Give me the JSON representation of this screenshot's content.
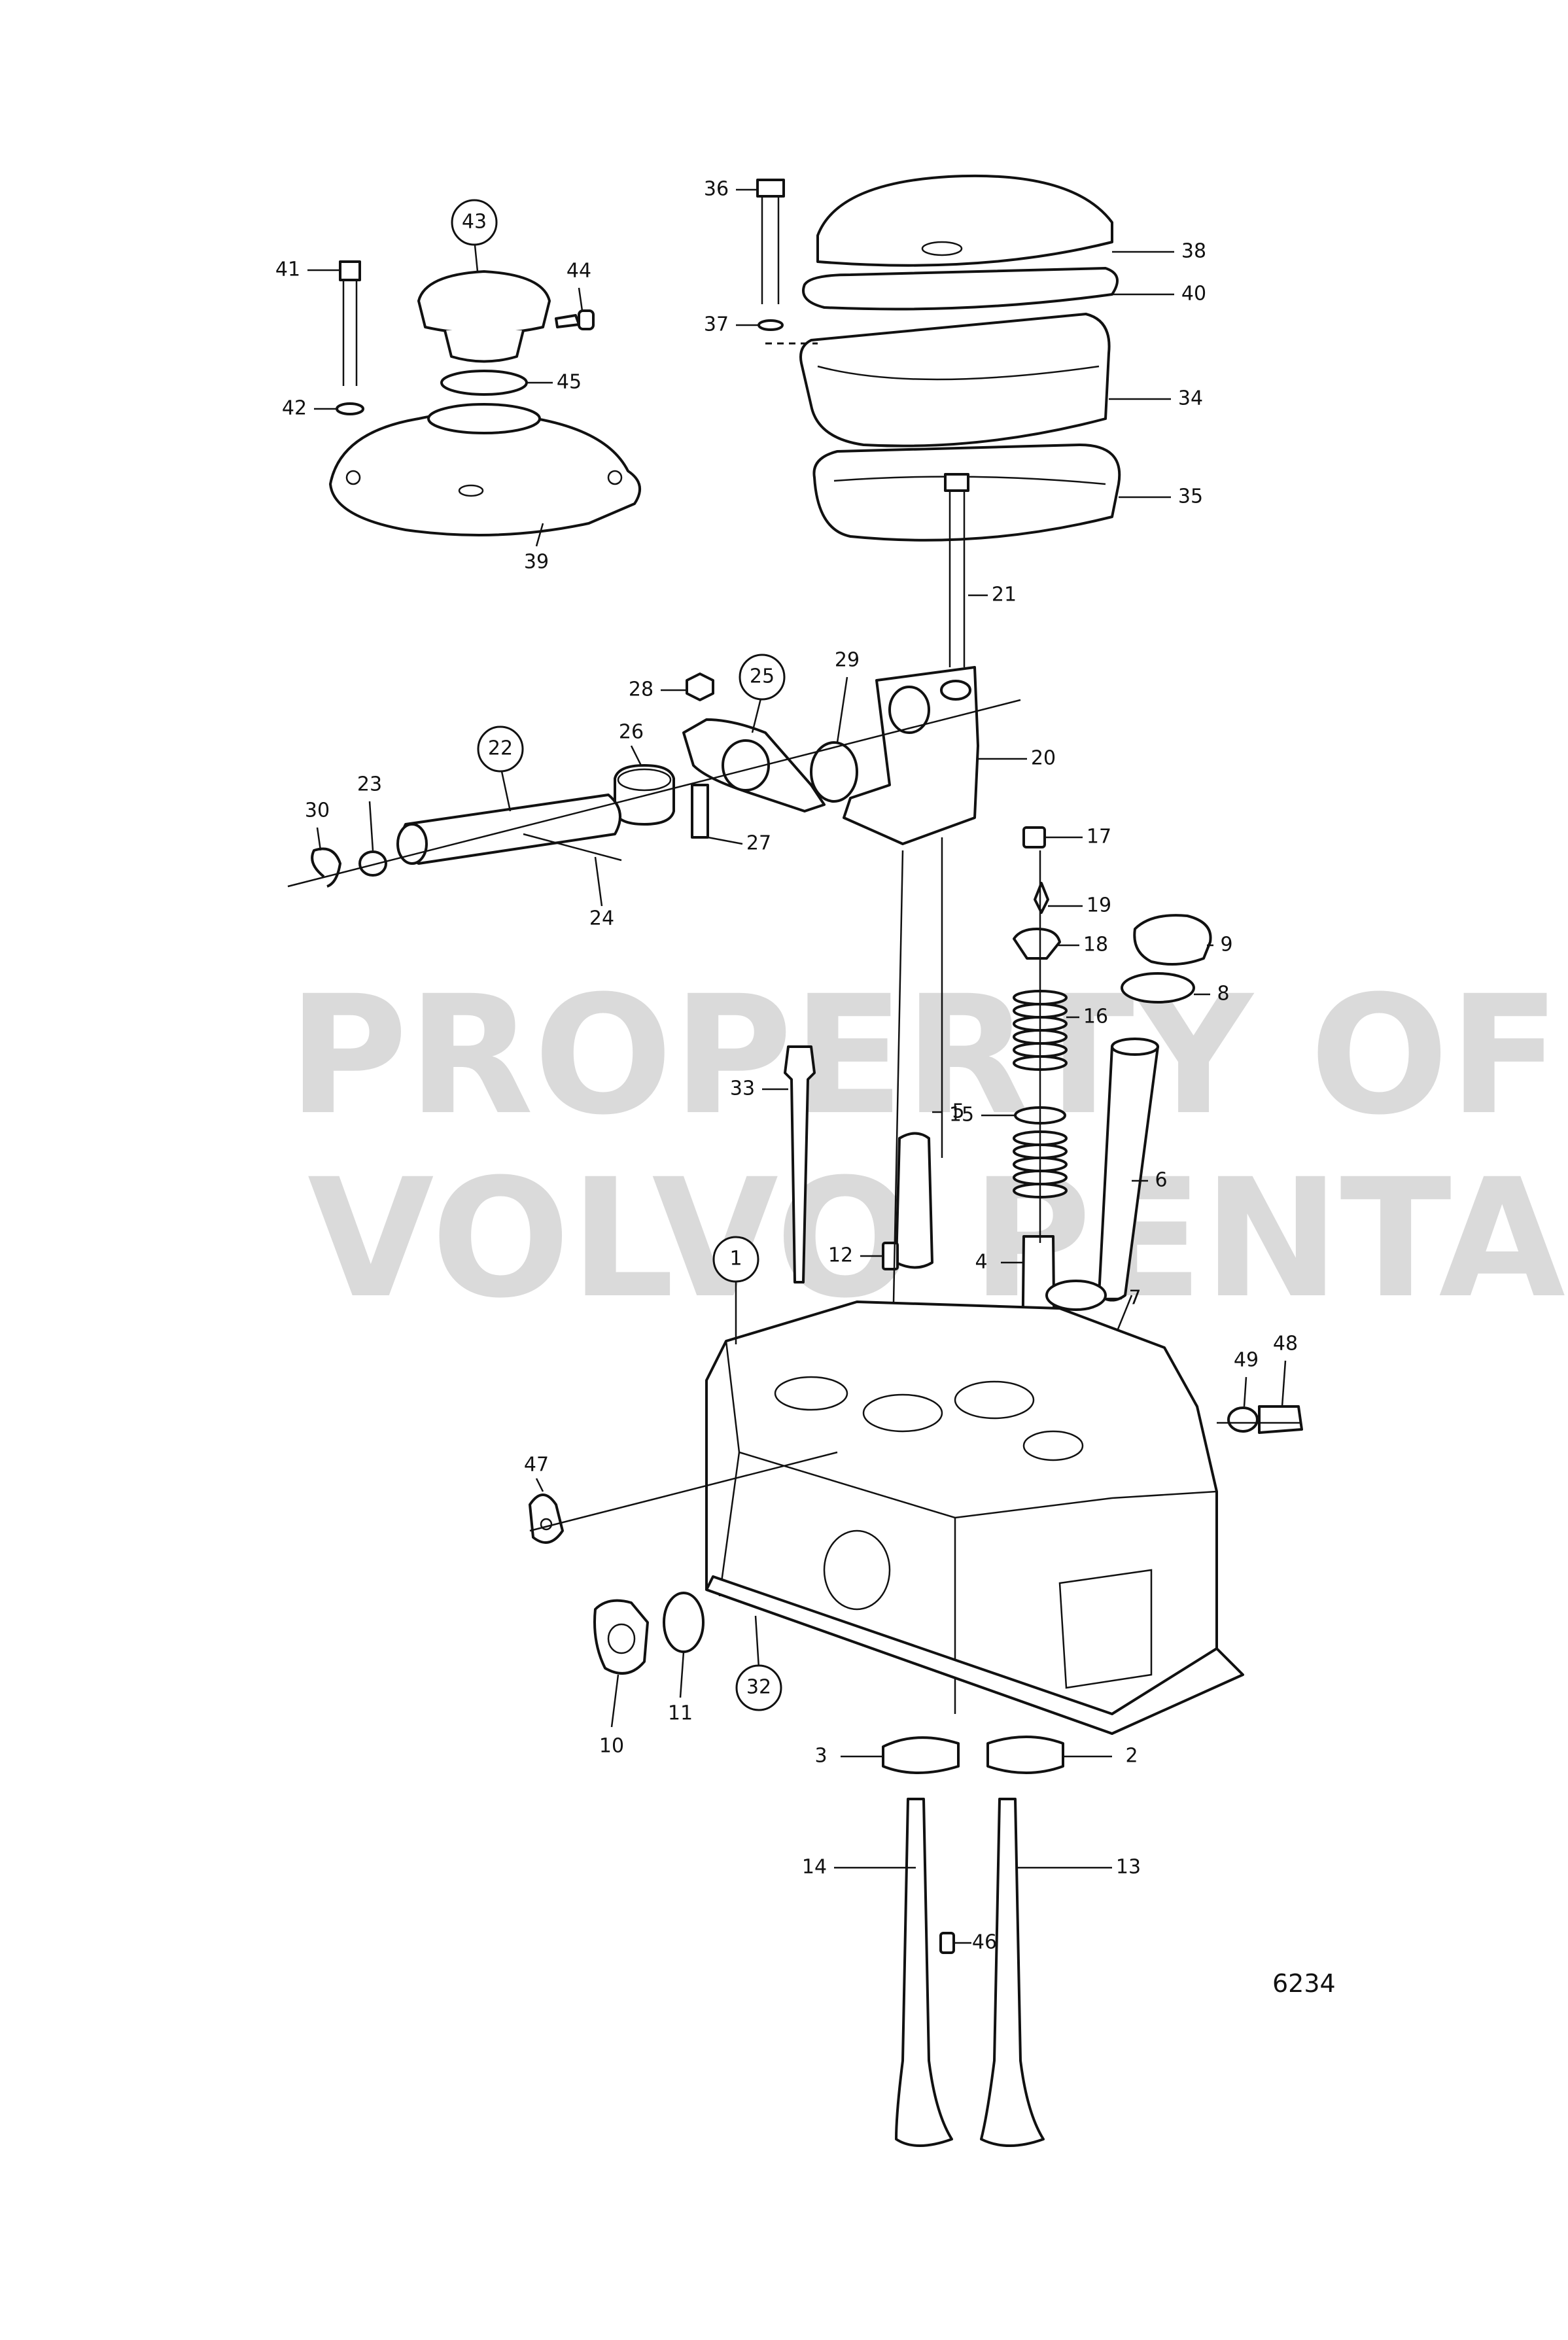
{
  "watermark": {
    "line1": "PROPERTY OF",
    "line2": "VOLVO PENTA"
  },
  "figure_number": "6234",
  "callouts": [
    {
      "id": "p1",
      "label": "1",
      "circled": true
    },
    {
      "id": "p2",
      "label": "2",
      "circled": false
    },
    {
      "id": "p3",
      "label": "3",
      "circled": false
    },
    {
      "id": "p4",
      "label": "4",
      "circled": false
    },
    {
      "id": "p5",
      "label": "5",
      "circled": false
    },
    {
      "id": "p6",
      "label": "6",
      "circled": false
    },
    {
      "id": "p7",
      "label": "7",
      "circled": false
    },
    {
      "id": "p8",
      "label": "8",
      "circled": false
    },
    {
      "id": "p9",
      "label": "9",
      "circled": false
    },
    {
      "id": "p10",
      "label": "10",
      "circled": false
    },
    {
      "id": "p11",
      "label": "11",
      "circled": false
    },
    {
      "id": "p12",
      "label": "12",
      "circled": false
    },
    {
      "id": "p13",
      "label": "13",
      "circled": false
    },
    {
      "id": "p14",
      "label": "14",
      "circled": false
    },
    {
      "id": "p15",
      "label": "15",
      "circled": false
    },
    {
      "id": "p16",
      "label": "16",
      "circled": false
    },
    {
      "id": "p17",
      "label": "17",
      "circled": false
    },
    {
      "id": "p18",
      "label": "18",
      "circled": false
    },
    {
      "id": "p19",
      "label": "19",
      "circled": false
    },
    {
      "id": "p20",
      "label": "20",
      "circled": false
    },
    {
      "id": "p21",
      "label": "21",
      "circled": false
    },
    {
      "id": "p22",
      "label": "22",
      "circled": true
    },
    {
      "id": "p23",
      "label": "23",
      "circled": false
    },
    {
      "id": "p24",
      "label": "24",
      "circled": false
    },
    {
      "id": "p25",
      "label": "25",
      "circled": true
    },
    {
      "id": "p26",
      "label": "26",
      "circled": false
    },
    {
      "id": "p27",
      "label": "27",
      "circled": false
    },
    {
      "id": "p28",
      "label": "28",
      "circled": false
    },
    {
      "id": "p29",
      "label": "29",
      "circled": false
    },
    {
      "id": "p30",
      "label": "30",
      "circled": false
    },
    {
      "id": "p32",
      "label": "32",
      "circled": true
    },
    {
      "id": "p33",
      "label": "33",
      "circled": false
    },
    {
      "id": "p34",
      "label": "34",
      "circled": false
    },
    {
      "id": "p35",
      "label": "35",
      "circled": false
    },
    {
      "id": "p36",
      "label": "36",
      "circled": false
    },
    {
      "id": "p37",
      "label": "37",
      "circled": false
    },
    {
      "id": "p38",
      "label": "38",
      "circled": false
    },
    {
      "id": "p39",
      "label": "39",
      "circled": false
    },
    {
      "id": "p40",
      "label": "40",
      "circled": false
    },
    {
      "id": "p41",
      "label": "41",
      "circled": false
    },
    {
      "id": "p42",
      "label": "42",
      "circled": false
    },
    {
      "id": "p43",
      "label": "43",
      "circled": true
    },
    {
      "id": "p44",
      "label": "44",
      "circled": false
    },
    {
      "id": "p45",
      "label": "45",
      "circled": false
    },
    {
      "id": "p46",
      "label": "46",
      "circled": false
    },
    {
      "id": "p47",
      "label": "47",
      "circled": false
    },
    {
      "id": "p48",
      "label": "48",
      "circled": false
    },
    {
      "id": "p49",
      "label": "49",
      "circled": false
    }
  ]
}
